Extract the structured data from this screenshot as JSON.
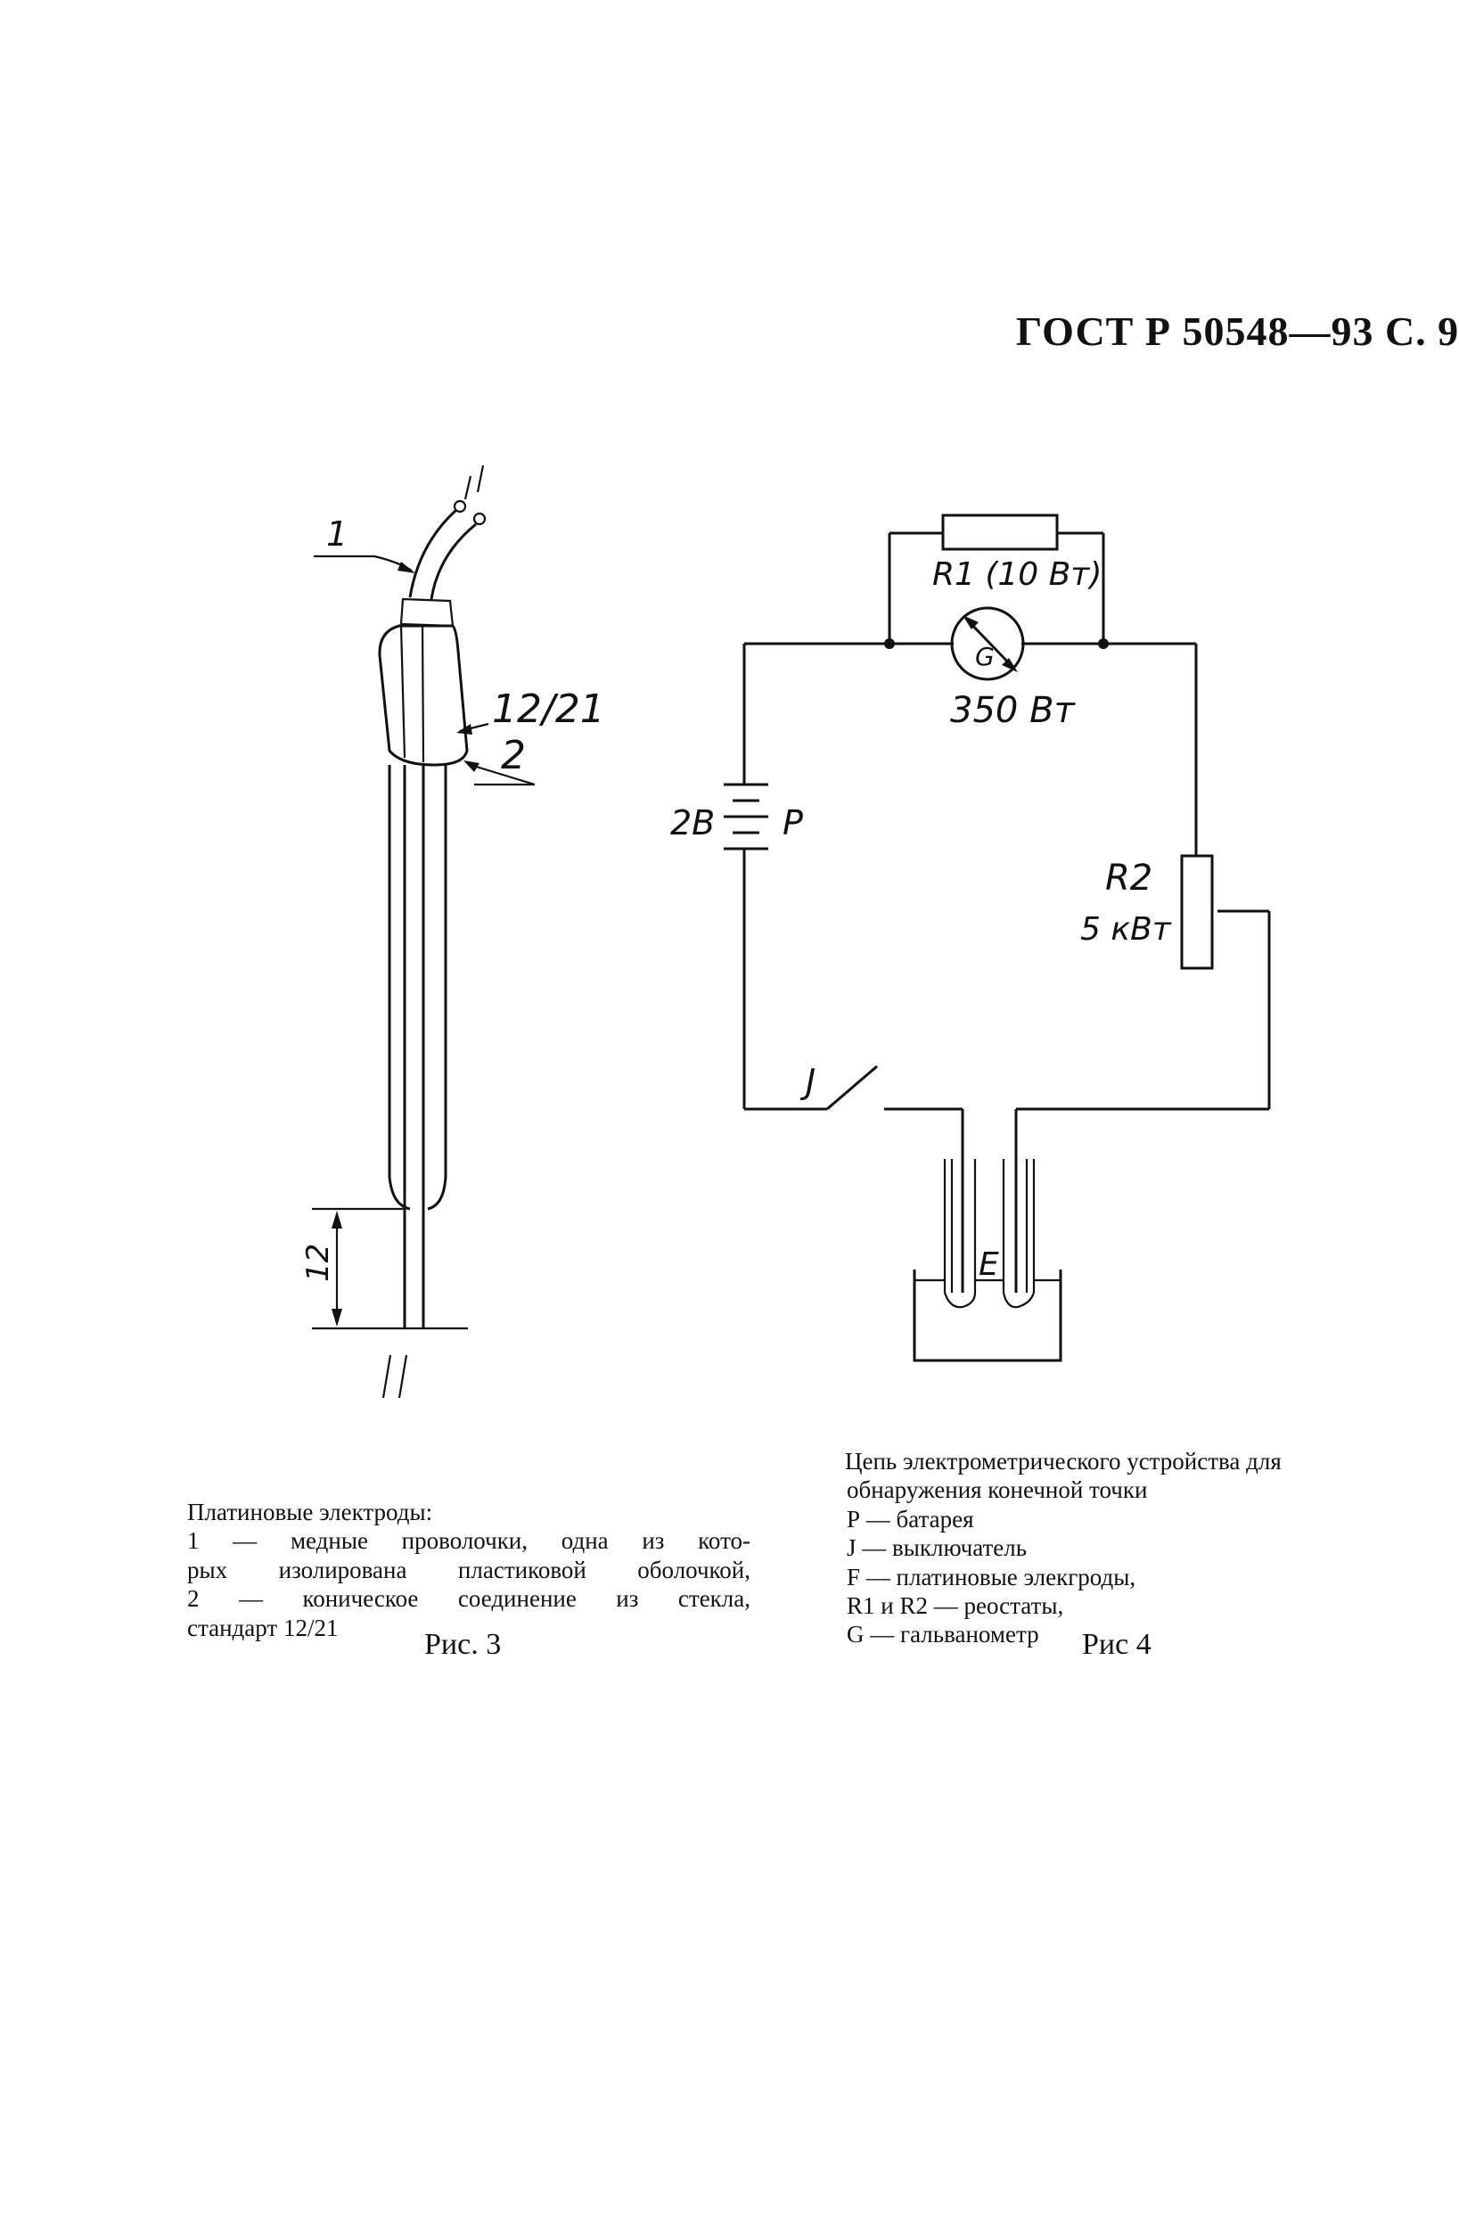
{
  "header": {
    "text": "ГОСТ Р 50548—93 С. 9"
  },
  "figure3": {
    "callouts": {
      "wires": "1",
      "joint": "2",
      "standard": "12/21",
      "dimension": "12",
      "break_mark": "//"
    },
    "caption": {
      "title": "Платиновые электроды:",
      "line1": "1 — медные проволочки, одна из кото-",
      "line2": "рых изолирована пластиковой оболочкой,",
      "line3": "2 — коническое соединение из стекла,",
      "line4": "стандарт 12/21"
    },
    "label": "Рис. 3"
  },
  "figure4": {
    "callouts": {
      "r1": "R1 (10 Вт)",
      "galvanometer": "G",
      "g_value": "350 Вт",
      "battery_voltage": "2В",
      "battery": "Р",
      "r2": "R2",
      "r2_value": "5 кВт",
      "switch": "J",
      "electrodes": "Е"
    },
    "caption": {
      "title1": "Цепь электрометрического устройства для",
      "title2": "обнаружения конечной точки",
      "item1": "Р — батарея",
      "item2": "J — выключатель",
      "item3": "F — платиновые элекгроды,",
      "item4": "R1 и R2 — реостаты,",
      "item5": "G — гальванометр"
    },
    "label": "Рис 4"
  }
}
